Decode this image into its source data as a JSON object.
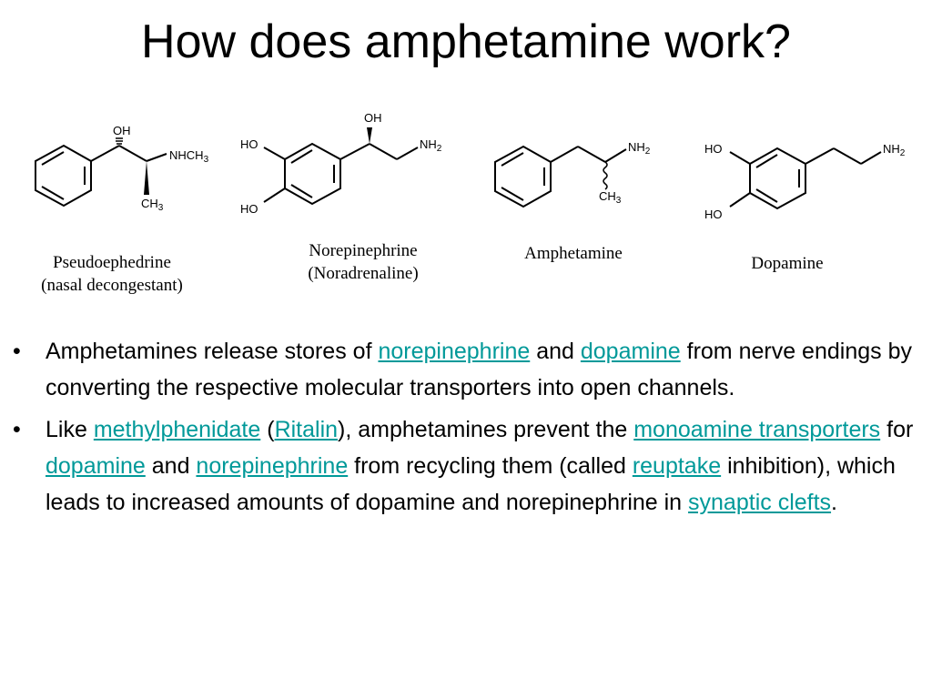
{
  "slide": {
    "title": "How does amphetamine work?"
  },
  "molecules": [
    {
      "caption_lines": [
        "Pseudoephedrine",
        "(nasal decongestant)"
      ],
      "labels": {
        "oh": "OH",
        "nhch3": "NHCH3",
        "ch3": "CH3"
      }
    },
    {
      "caption_lines": [
        "Norepinephrine",
        "(Noradrenaline)"
      ],
      "labels": {
        "oh": "OH",
        "ho_top": "HO",
        "ho_bottom": "HO",
        "nh2": "NH2"
      }
    },
    {
      "caption_lines": [
        "Amphetamine"
      ],
      "labels": {
        "nh2": "NH2",
        "ch3": "CH3"
      }
    },
    {
      "caption_lines": [
        "Dopamine"
      ],
      "labels": {
        "ho_top": "HO",
        "ho_bottom": "HO",
        "nh2": "NH2"
      }
    }
  ],
  "bullets": [
    {
      "segments": [
        {
          "text": "Amphetamines release stores of "
        },
        {
          "text": "norepinephrine",
          "link": true
        },
        {
          "text": " and "
        },
        {
          "text": "dopamine",
          "link": true
        },
        {
          "text": " from nerve endings by converting the respective molecular transporters into open channels."
        }
      ]
    },
    {
      "segments": [
        {
          "text": "Like "
        },
        {
          "text": "methylphenidate",
          "link": true
        },
        {
          "text": " ("
        },
        {
          "text": "Ritalin",
          "link": true
        },
        {
          "text": "), amphetamines prevent the "
        },
        {
          "text": "monoamine transporters",
          "link": true
        },
        {
          "text": " for "
        },
        {
          "text": "dopamine",
          "link": true
        },
        {
          "text": " and "
        },
        {
          "text": "norepinephrine",
          "link": true
        },
        {
          "text": " from recycling them (called "
        },
        {
          "text": "reuptake",
          "link": true
        },
        {
          "text": " inhibition), which leads to increased amounts of dopamine and norepinephrine in "
        },
        {
          "text": "synaptic clefts",
          "link": true
        },
        {
          "text": "."
        }
      ]
    }
  ],
  "colors": {
    "link": "#009999",
    "text": "#000000",
    "background": "#ffffff"
  }
}
